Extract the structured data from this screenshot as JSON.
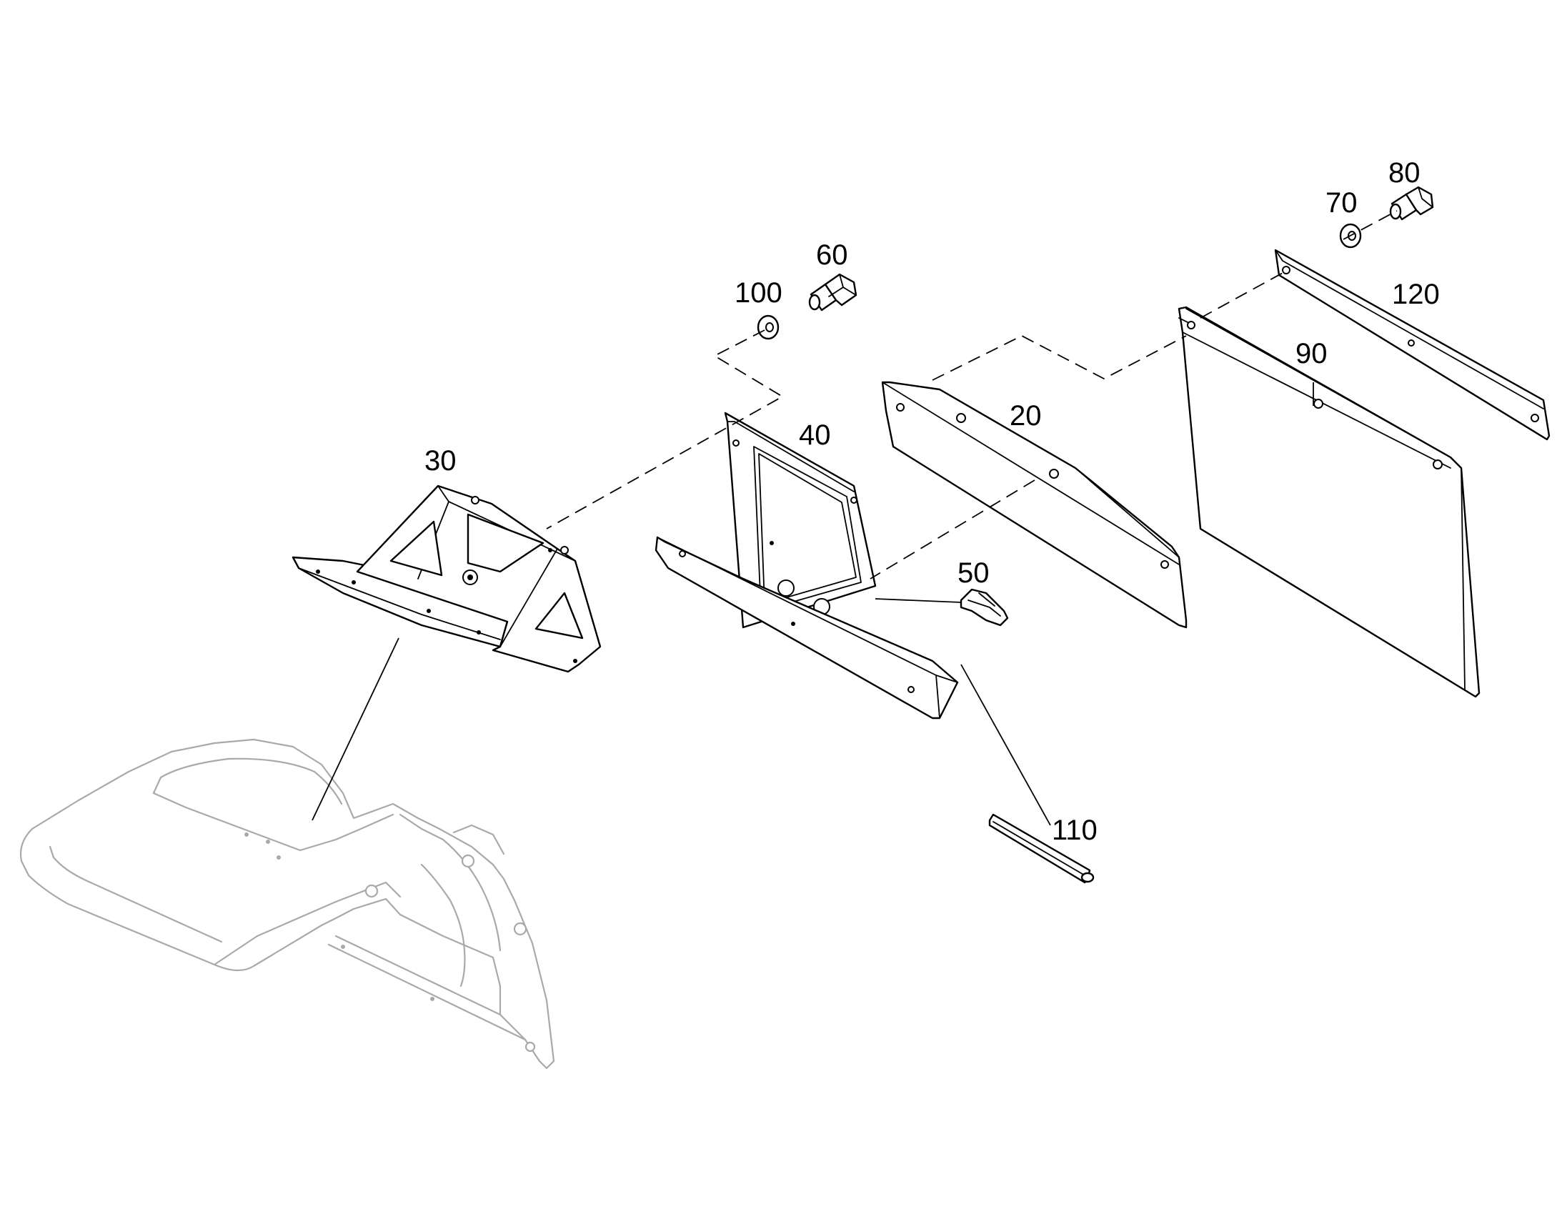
{
  "callouts": {
    "c20": "20",
    "c30": "30",
    "c40": "40",
    "c50": "50",
    "c60": "60",
    "c70": "70",
    "c80": "80",
    "c90": "90",
    "c100": "100",
    "c110": "110",
    "c120": "120"
  },
  "colors": {
    "line": "#000000",
    "ghost": "#a9a9a9",
    "background": "#ffffff"
  }
}
